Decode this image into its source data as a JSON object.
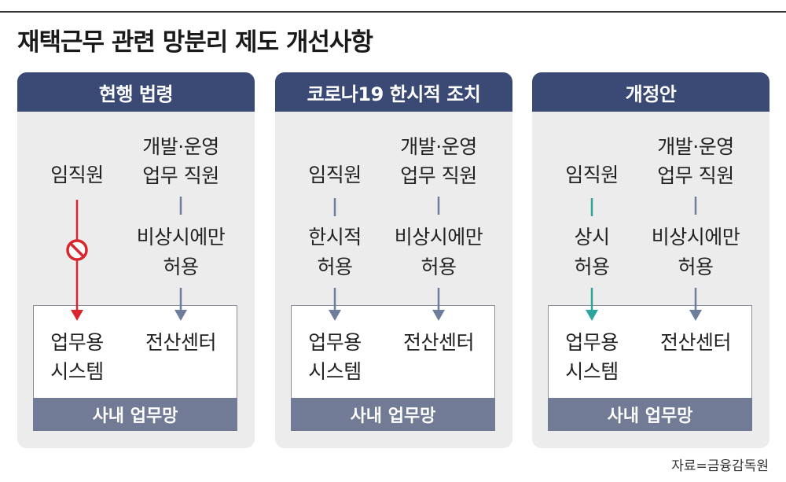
{
  "title": "재택근무 관련 망분리 제도 개선사항",
  "source": "자료=금융감독원",
  "colors": {
    "header": "#3b4a74",
    "network_bar": "#727b96",
    "panel_bg": "#ececec",
    "blocked": "#d9262c",
    "allowed_green": "#2ea59c",
    "arrow_gray": "#6d7d9c"
  },
  "panels": [
    {
      "header": "현행 법령",
      "left_role": "임직원",
      "right_role_line1": "개발·운영",
      "right_role_line2": "업무 직원",
      "left_permission_line1": "",
      "left_permission_line2": "",
      "right_permission_line1": "비상시에만",
      "right_permission_line2": "허용",
      "left_target_line1": "업무용",
      "left_target_line2": "시스템",
      "right_target": "전산센터",
      "network": "사내 업무망",
      "left_status": "blocked"
    },
    {
      "header": "코로나19 한시적 조치",
      "left_role": "임직원",
      "right_role_line1": "개발·운영",
      "right_role_line2": "업무 직원",
      "left_permission_line1": "한시적",
      "left_permission_line2": "허용",
      "right_permission_line1": "비상시에만",
      "right_permission_line2": "허용",
      "left_target_line1": "업무용",
      "left_target_line2": "시스템",
      "right_target": "전산센터",
      "network": "사내 업무망",
      "left_status": "temporary"
    },
    {
      "header": "개정안",
      "left_role": "임직원",
      "right_role_line1": "개발·운영",
      "right_role_line2": "업무 직원",
      "left_permission_line1": "상시",
      "left_permission_line2": "허용",
      "right_permission_line1": "비상시에만",
      "right_permission_line2": "허용",
      "left_target_line1": "업무용",
      "left_target_line2": "시스템",
      "right_target": "전산센터",
      "network": "사내 업무망",
      "left_status": "permanent"
    }
  ]
}
